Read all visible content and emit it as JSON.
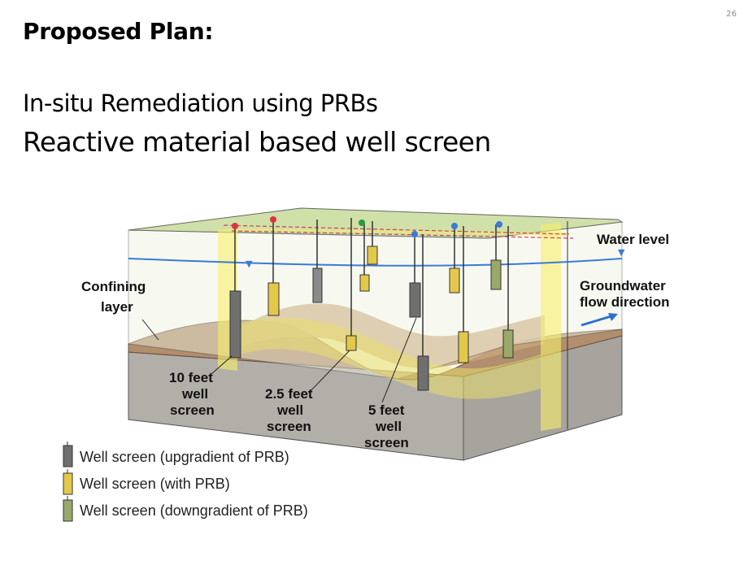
{
  "slide": {
    "number": "26",
    "title": "Proposed Plan:",
    "subtitle_1": "In-situ Remediation using PRBs",
    "subtitle_2": "Reactive material based well screen"
  },
  "diagram": {
    "labels": {
      "water_level": "Water level",
      "groundwater_1": "Groundwater",
      "groundwater_2": "flow direction",
      "confining_1": "Confining",
      "confining_2": "layer",
      "ten_1": "10 feet",
      "ten_2": "well",
      "ten_3": "screen",
      "twofive_1": "2.5 feet",
      "twofive_2": "well",
      "twofive_3": "screen",
      "five_1": "5 feet",
      "five_2": "well",
      "five_3": "screen"
    },
    "legend": [
      {
        "label": "Well screen (upgradient of PRB)",
        "color": "#8a8a8a"
      },
      {
        "label": "Well screen (with PRB)",
        "color": "#e3c84a"
      },
      {
        "label": "Well screen (downgradient of PRB)",
        "color": "#9aa86a"
      }
    ],
    "colors": {
      "ground_top": "#cfe0a8",
      "prb_wall": "#f4ec6a",
      "soil": "#b29172",
      "bedrock": "#b0aca6",
      "water_line": "#3a7ad8",
      "arrow": "#2d6fd1"
    }
  }
}
